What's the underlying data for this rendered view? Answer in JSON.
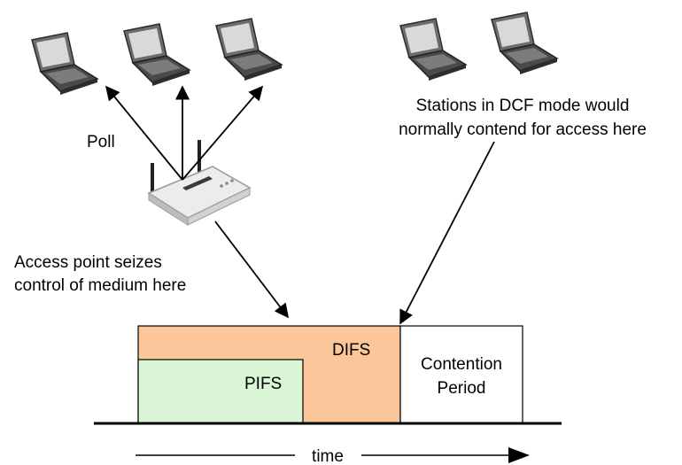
{
  "labels": {
    "poll": "Poll",
    "ap_line1": "Access point seizes",
    "ap_line2": "control of medium here",
    "dcf_line1": "Stations in DCF mode would",
    "dcf_line2": "normally contend for access here",
    "difs": "DIFS",
    "pifs": "PIFS",
    "contention_line1": "Contention",
    "contention_line2": "Period",
    "time": "time"
  },
  "icons": {
    "laptop": "laptop-icon",
    "access_point": "wireless-access-point-icon"
  },
  "colors": {
    "difs_fill": "#FAC69A",
    "pifs_fill": "#D9F5D6",
    "contention_fill": "#FFFFFF",
    "line": "#000000"
  }
}
